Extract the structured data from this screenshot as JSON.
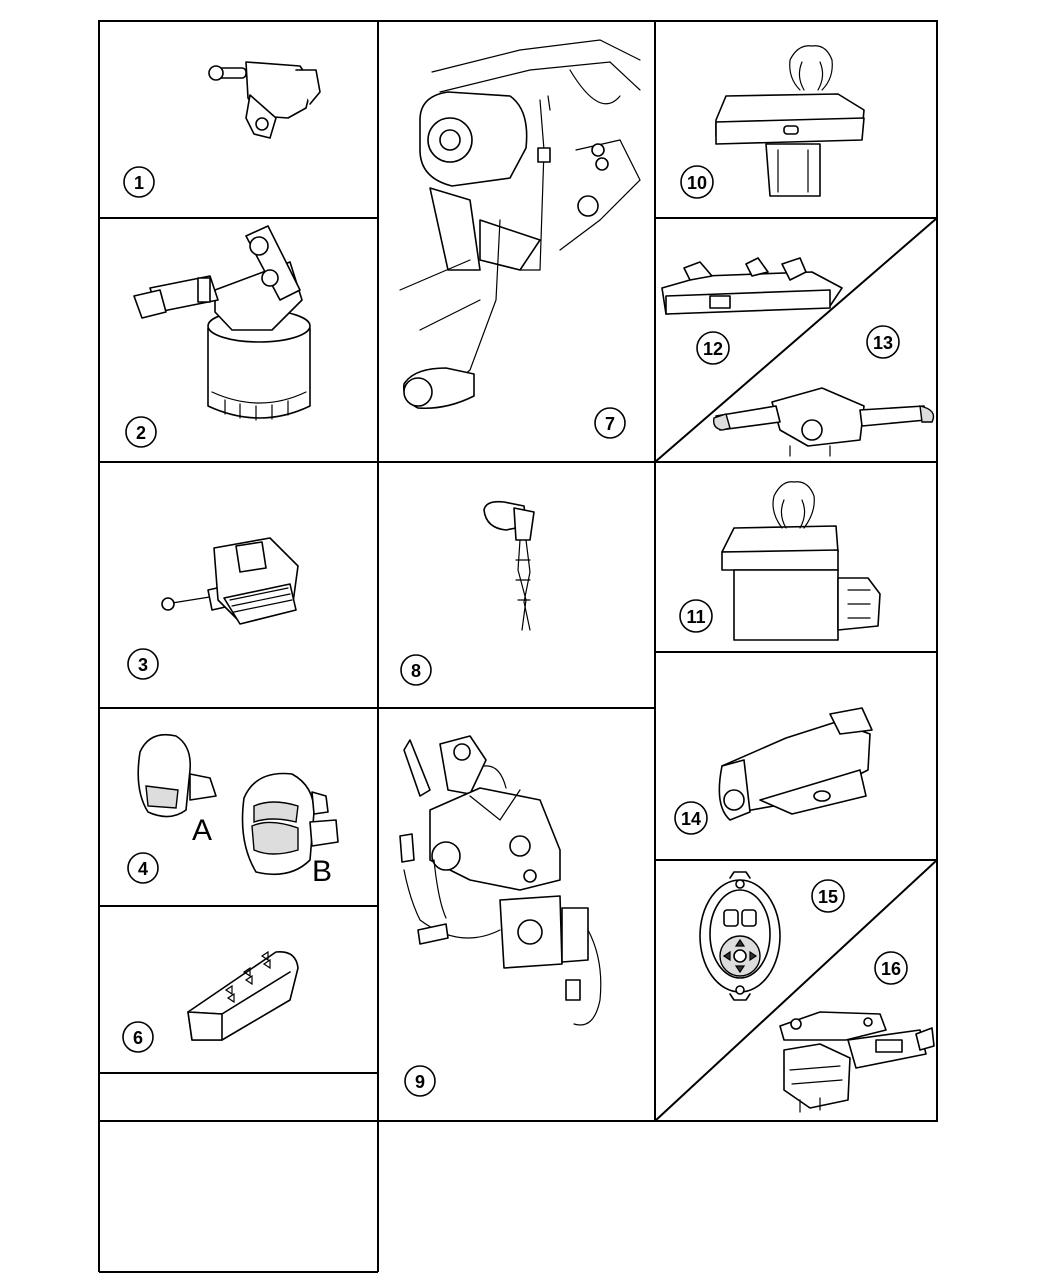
{
  "callouts": {
    "c1": "1",
    "c2": "2",
    "c3": "3",
    "c4": "4",
    "c6": "6",
    "c7": "7",
    "c8": "8",
    "c9": "9",
    "c10": "10",
    "c11": "11",
    "c12": "12",
    "c13": "13",
    "c14": "14",
    "c15": "15",
    "c16": "16"
  },
  "variants": {
    "a": "A",
    "b": "B"
  }
}
